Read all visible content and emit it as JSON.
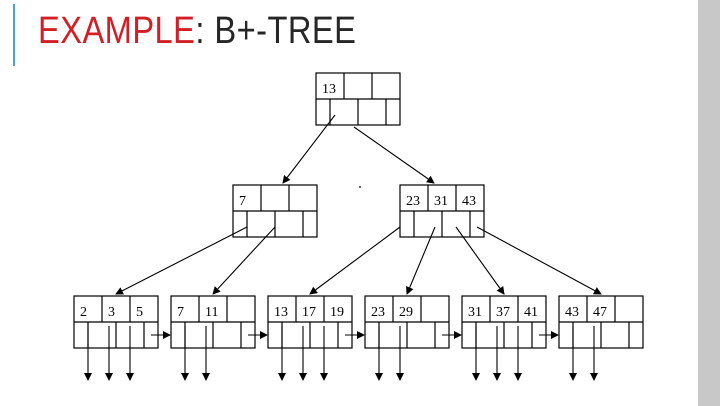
{
  "slide": {
    "title_highlight": "EXAMPLE",
    "title_rest": ": B+-TREE",
    "colors": {
      "title_accent": "#d21f26",
      "title_text": "#262626",
      "accent_line": "#4aa3d8",
      "right_bar": "#c8c8c8",
      "diagram_ink": "#000000"
    }
  },
  "tree": {
    "root": {
      "keys": [
        "13",
        "",
        ""
      ],
      "children": [
        "internal-left",
        "internal-right"
      ]
    },
    "internal": [
      {
        "id": "internal-left",
        "keys": [
          "7",
          "",
          ""
        ],
        "children": [
          "leaf-1",
          "leaf-2"
        ]
      },
      {
        "id": "internal-right",
        "keys": [
          "23",
          "31",
          "43"
        ],
        "children": [
          "leaf-3",
          "leaf-4",
          "leaf-5",
          "leaf-6"
        ]
      }
    ],
    "leaves": [
      {
        "id": "leaf-1",
        "keys": [
          "2",
          "3",
          "5"
        ]
      },
      {
        "id": "leaf-2",
        "keys": [
          "7",
          "11",
          ""
        ]
      },
      {
        "id": "leaf-3",
        "keys": [
          "13",
          "17",
          "19"
        ]
      },
      {
        "id": "leaf-4",
        "keys": [
          "23",
          "29",
          ""
        ]
      },
      {
        "id": "leaf-5",
        "keys": [
          "31",
          "37",
          "41"
        ]
      },
      {
        "id": "leaf-6",
        "keys": [
          "43",
          "47",
          ""
        ]
      }
    ]
  }
}
